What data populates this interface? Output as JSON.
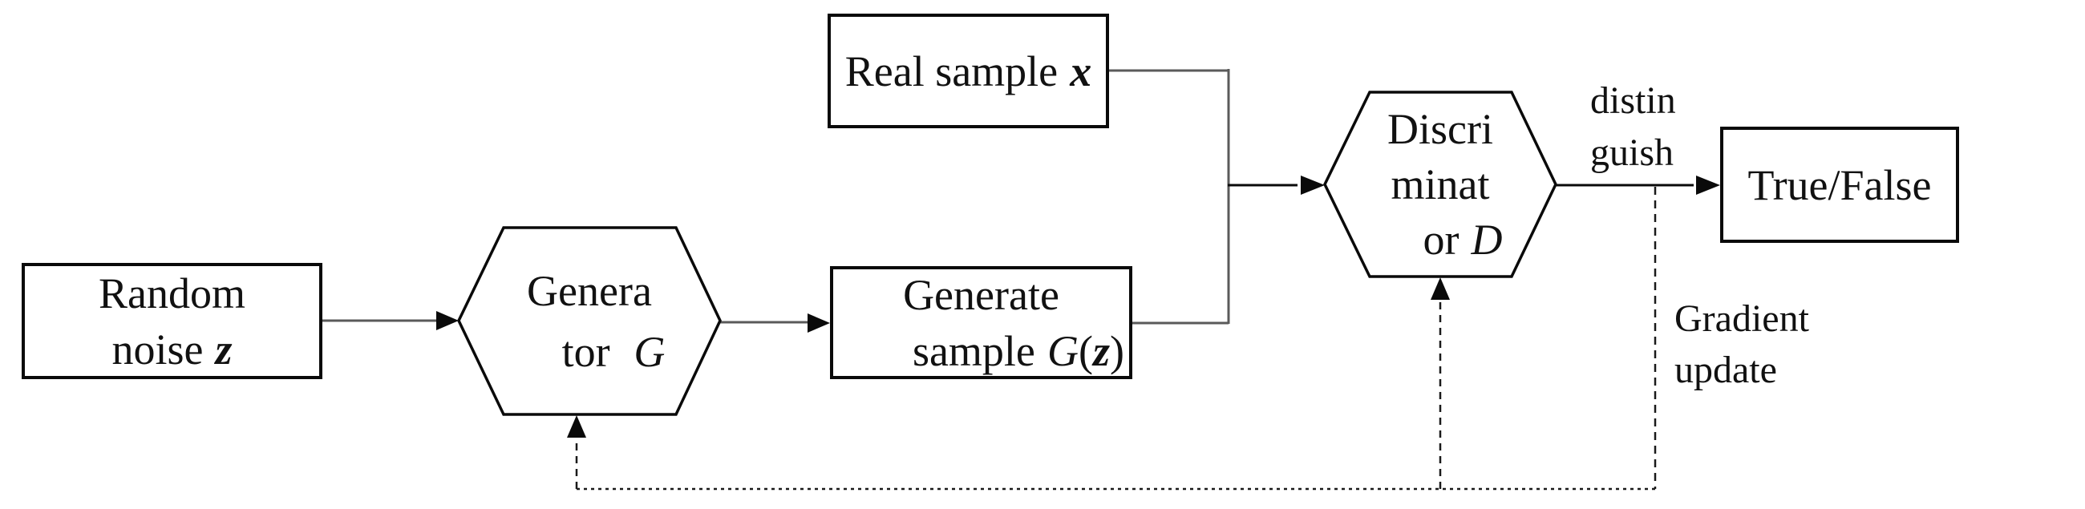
{
  "canvas": {
    "background": "#ffffff",
    "stroke_color": "#0a0a0a",
    "connector_color": "#5a5a5a"
  },
  "nodes": {
    "random_noise": {
      "line1": "Random",
      "line2_text": "noise",
      "line2_var": "z"
    },
    "generator": {
      "line1": "Genera",
      "line2_text": "tor",
      "line2_var": "G"
    },
    "real_sample": {
      "text": "Real sample",
      "var": "x"
    },
    "generate_sample": {
      "line1": "Generate",
      "line2_text": "sample",
      "line2_var_g": "G",
      "line2_paren_open": "(",
      "line2_var_z": "z",
      "line2_paren_close": ")"
    },
    "discriminator": {
      "line1": "Discri",
      "line2": "minat",
      "line3_text": "or",
      "line3_var": "D"
    },
    "true_false": {
      "text": "True/False"
    }
  },
  "labels": {
    "distinguish": {
      "line1": "distin",
      "line2": "guish"
    },
    "gradient_update": {
      "line1": "Gradient",
      "line2": "update"
    }
  }
}
